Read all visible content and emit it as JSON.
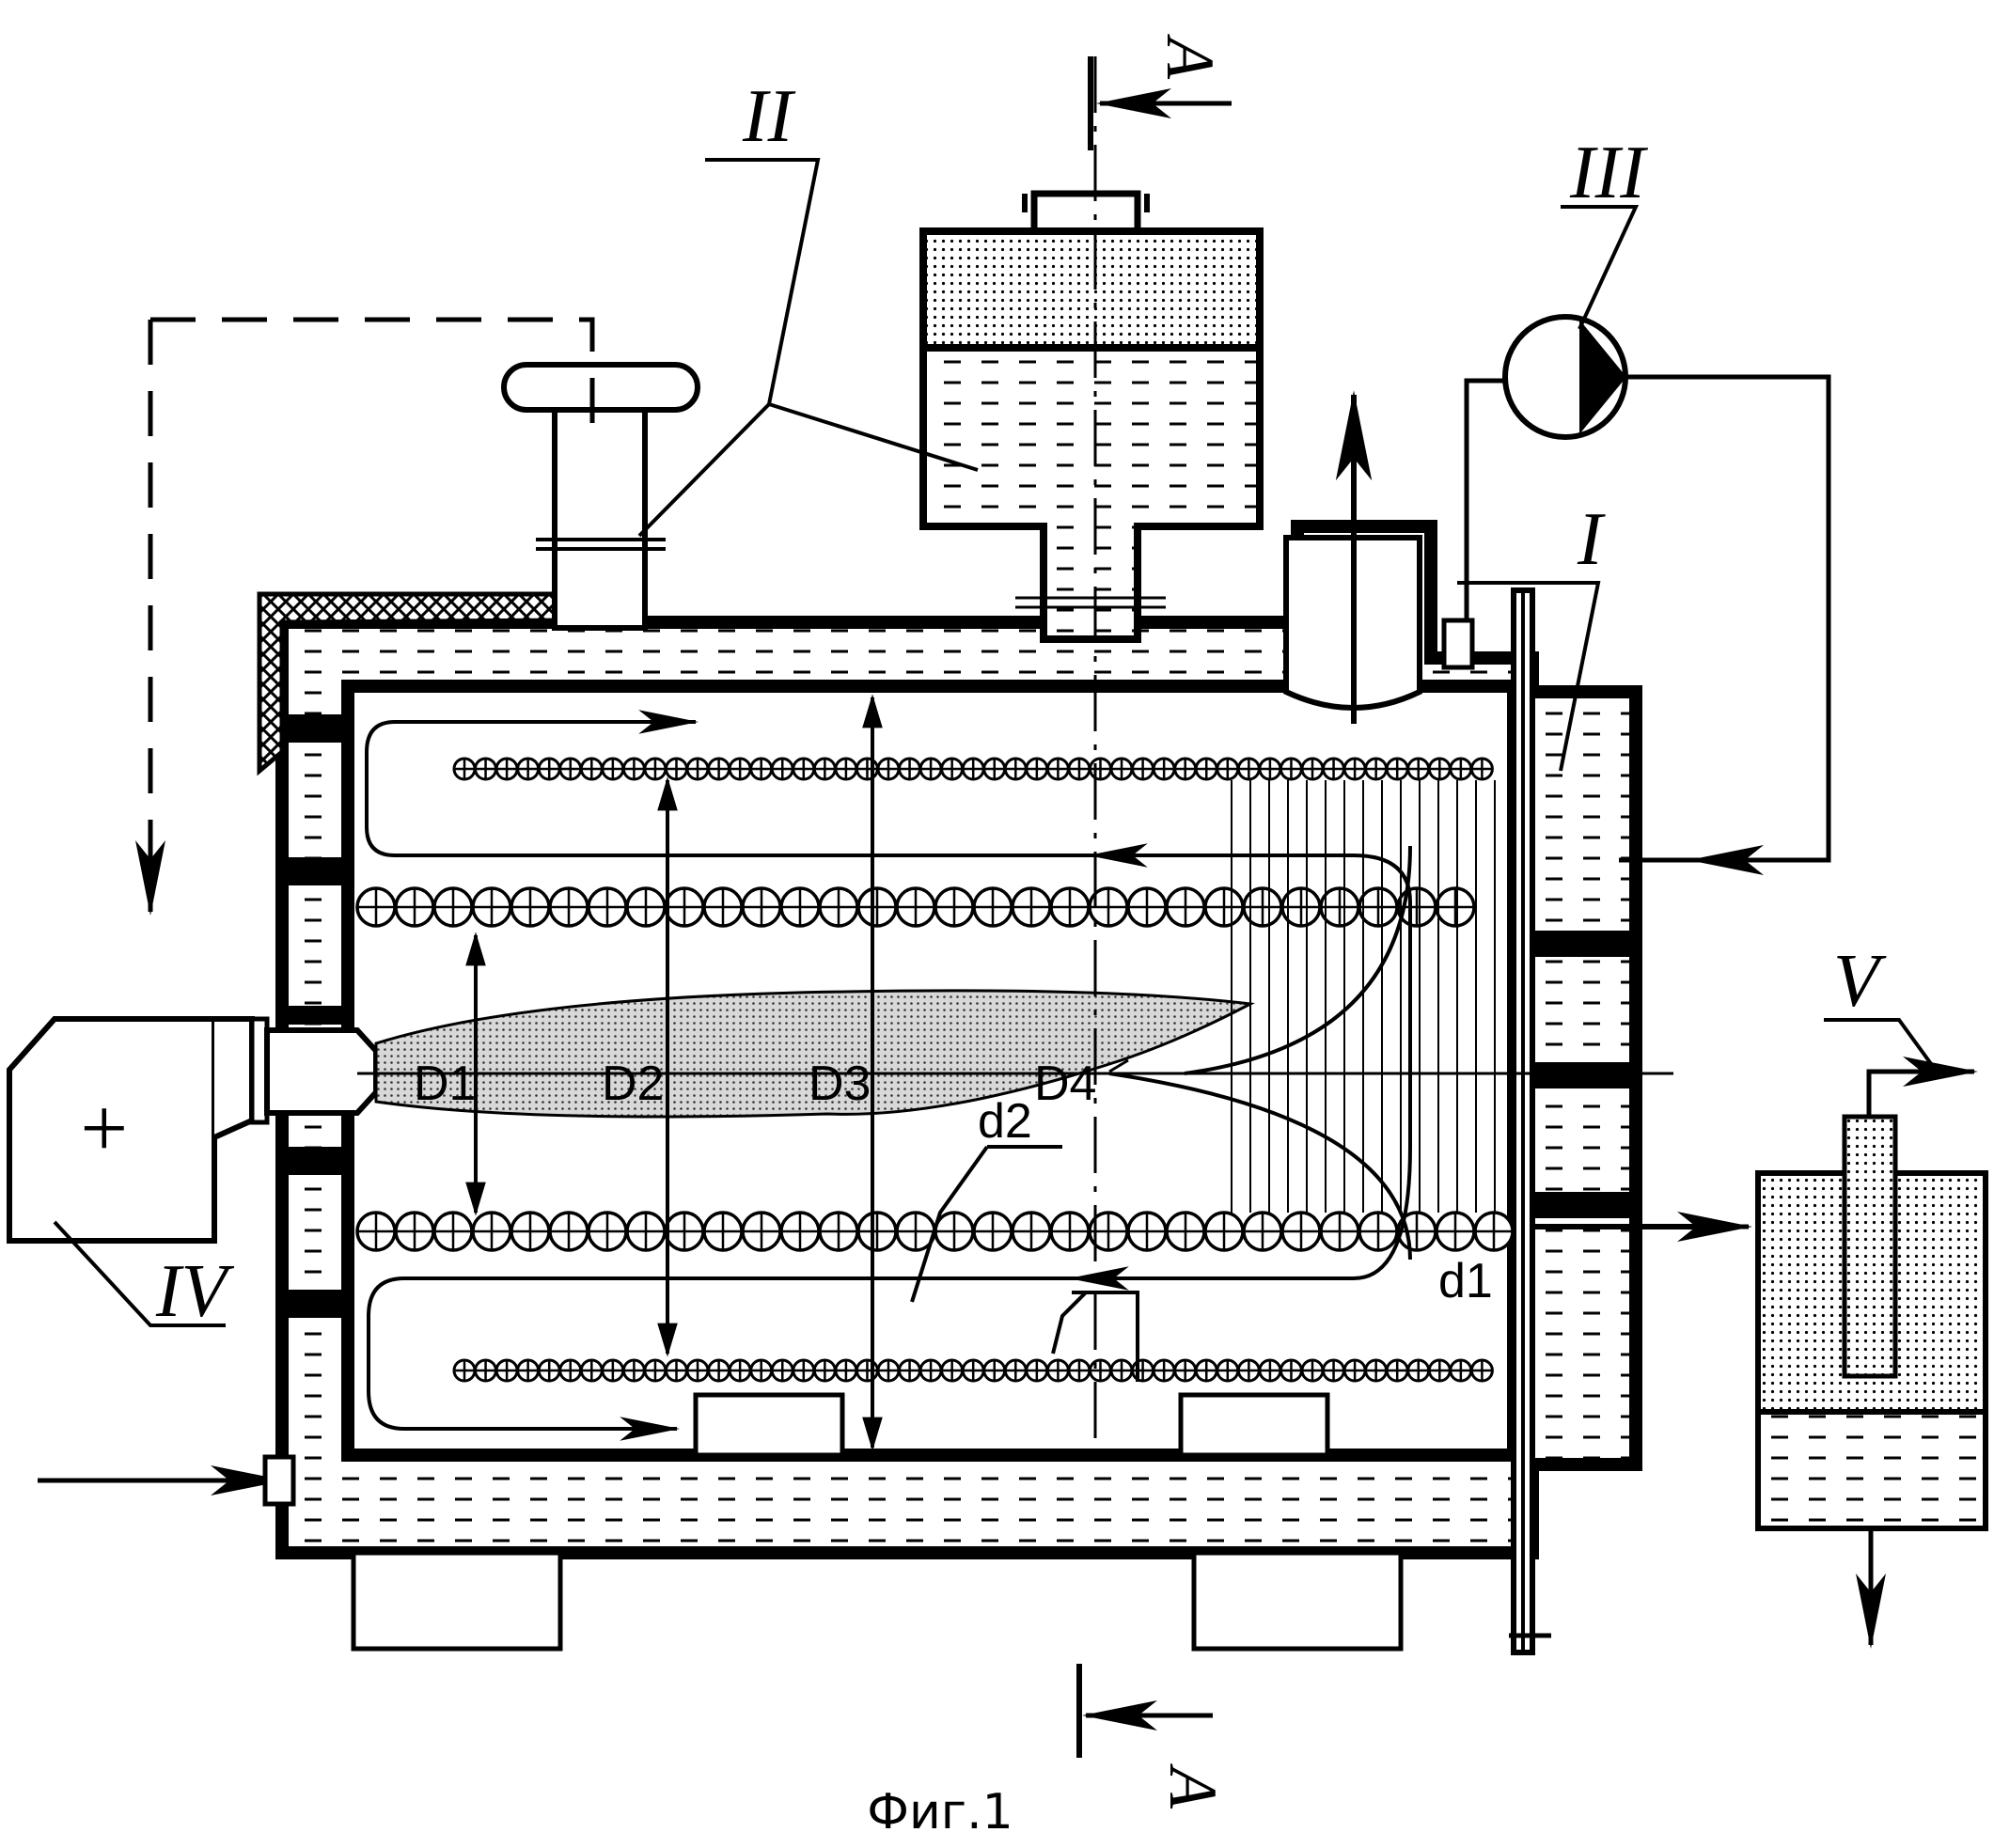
{
  "figure": {
    "caption": "Фиг.1",
    "section_label": "А",
    "labels": {
      "I": "I",
      "II": "II",
      "III": "III",
      "IV": "IV",
      "V": "V",
      "D1": "D1",
      "D2": "D2",
      "D3": "D3",
      "D4": "D4",
      "d1": "d1",
      "d2": "d2"
    },
    "burner_mark": "+",
    "colors": {
      "ink": "#000000",
      "paper": "#ffffff",
      "hatch": "#000000"
    }
  }
}
